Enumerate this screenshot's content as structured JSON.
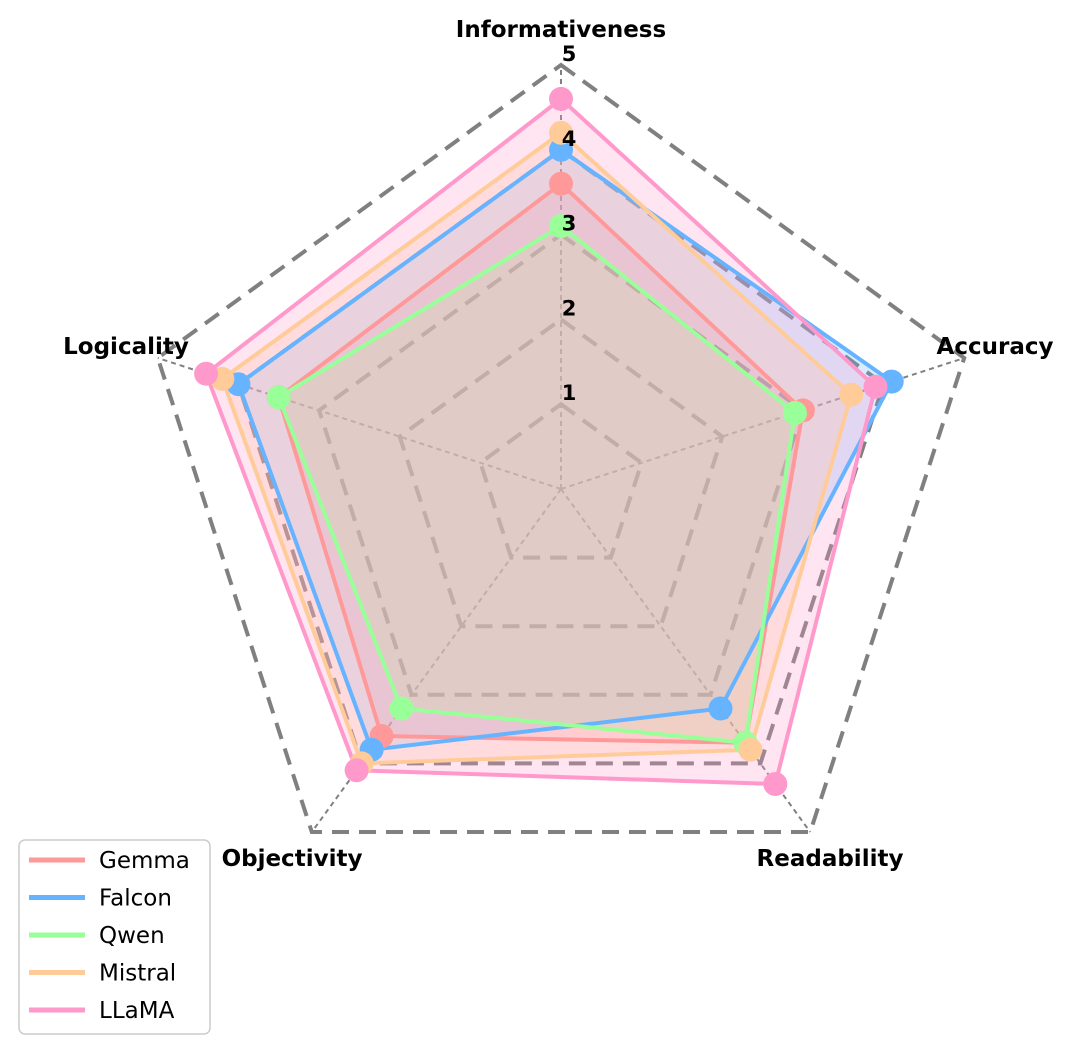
{
  "chart_data": {
    "type": "radar",
    "title": "",
    "axes": [
      "Informativeness",
      "Accuracy",
      "Readability",
      "Objectivity",
      "Logicality"
    ],
    "rlim": [
      0,
      5
    ],
    "r_ticks": [
      "1",
      "2",
      "3",
      "4",
      "5"
    ],
    "grid": true,
    "legend_position": "lower-left",
    "series": [
      {
        "name": "Gemma",
        "values": [
          3.6,
          3.0,
          3.7,
          3.6,
          3.5
        ],
        "color": "#ff9999"
      },
      {
        "name": "Falcon",
        "values": [
          4.0,
          4.1,
          3.2,
          3.8,
          4.0
        ],
        "color": "#66b3ff"
      },
      {
        "name": "Qwen",
        "values": [
          3.1,
          2.9,
          3.7,
          3.2,
          3.5
        ],
        "color": "#99ff99"
      },
      {
        "name": "Mistral",
        "values": [
          4.2,
          3.6,
          3.8,
          4.0,
          4.2
        ],
        "color": "#ffcc99"
      },
      {
        "name": "LLaMA",
        "values": [
          4.6,
          3.9,
          4.3,
          4.1,
          4.4
        ],
        "color": "#ff99cc"
      }
    ]
  }
}
